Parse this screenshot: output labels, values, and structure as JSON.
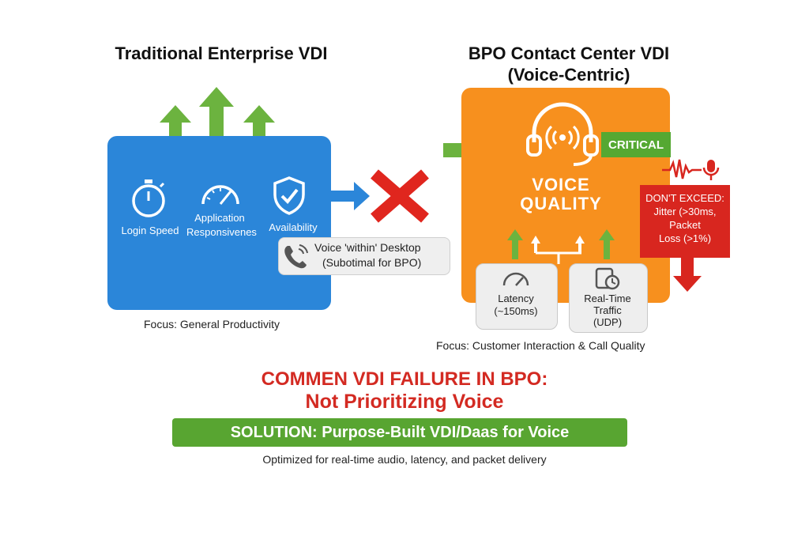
{
  "left": {
    "title": "Traditional Enterprise VDI",
    "icons": [
      {
        "label": "Login Speed",
        "icon": "stopwatch-icon"
      },
      {
        "label_line1": "Application",
        "label_line2": "Responsivenes",
        "icon": "gauge-icon"
      },
      {
        "label": "Availability",
        "icon": "shield-check-icon"
      }
    ],
    "voice_note_line1": "Voice 'within' Desktop",
    "voice_note_line2": "(Subotimal for BPO)",
    "focus": "Focus: General Productivity"
  },
  "right": {
    "title_line1": "BPO Contact Center VDI",
    "title_line2": "(Voice-Centric)",
    "voice_quality_line1": "VOICE",
    "voice_quality_line2": "QUALITY",
    "critical": "CRITICAL",
    "warning": {
      "line1": "DON'T EXCEED:",
      "line2": "Jitter (>30ms,",
      "line3": "Packet",
      "line4": "Loss (>1%)"
    },
    "metrics": [
      {
        "line1": "Latency",
        "line2": "(~150ms)",
        "icon": "gauge-icon"
      },
      {
        "line1": "Real-Time",
        "line2": "Traffic",
        "line3": "(UDP)",
        "icon": "clock-document-icon"
      }
    ],
    "focus": "Focus: Customer Interaction & Call Quality"
  },
  "headline_line1": "COMMEN VDI FAILURE IN BPO:",
  "headline_line2": "Not Prioritizing Voice",
  "solution": "SOLUTION: Purpose-Built VDI/Daas for Voice",
  "footer": "Optimized for real-time audio, latency, and packet delivery",
  "colors": {
    "blue": "#2b86d9",
    "orange": "#f7901e",
    "green": "#58a531",
    "red": "#d8261f"
  }
}
